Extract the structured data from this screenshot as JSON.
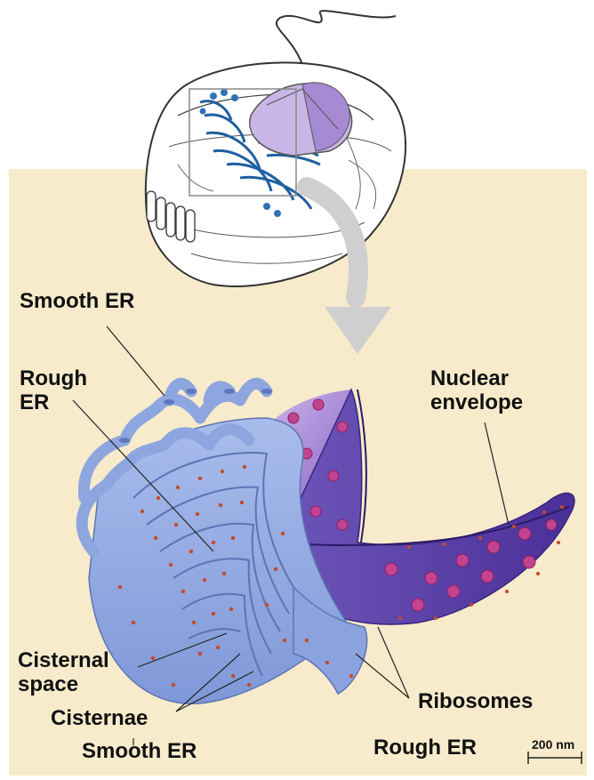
{
  "labels": {
    "smooth_er_top": "Smooth ER",
    "rough_er_line1": "Rough",
    "rough_er_line2": "ER",
    "nuclear_line1": "Nuclear",
    "nuclear_line2": "envelope",
    "cisternal_line1": "Cisternal",
    "cisternal_line2": "space",
    "cisternae": "Cisternae",
    "ribosomes": "Ribosomes",
    "smooth_er_bottom": "Smooth ER",
    "rough_er_bottom": "Rough ER",
    "scale_bar": "200 nm"
  },
  "colors": {
    "background_panel": "#f7ebcb",
    "smooth_er": "#8ea6df",
    "rough_er": "#98b2e6",
    "nuclear_envelope": "#6b4bb5",
    "nucleus_inner": "#c9b6e6",
    "pores": "#c2438f",
    "ribosomes": "#c64a28",
    "cell_highlight": "#2f73b8",
    "arrow": "#cfcfcf"
  }
}
